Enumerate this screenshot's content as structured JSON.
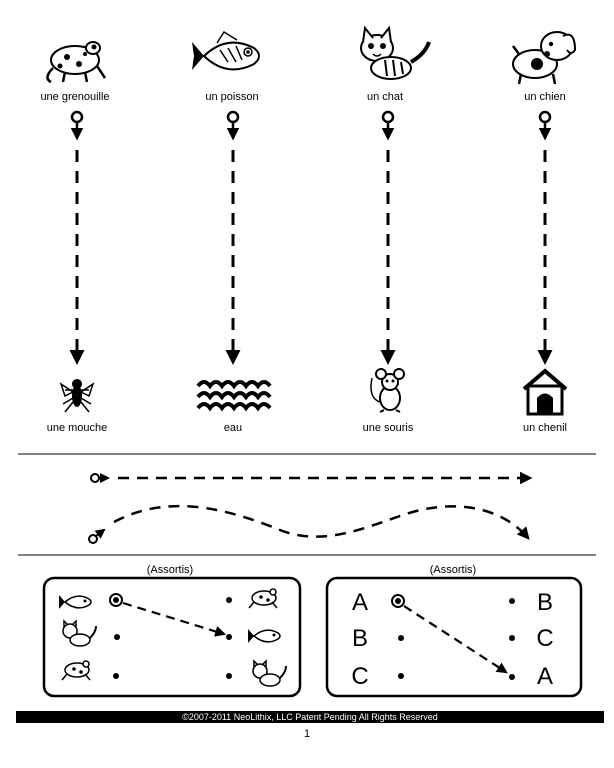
{
  "top_row": {
    "items": [
      {
        "label": "une grenouille",
        "icon": "frog-icon"
      },
      {
        "label": "un poisson",
        "icon": "fish-icon"
      },
      {
        "label": "un chat",
        "icon": "cat-icon"
      },
      {
        "label": "un chien",
        "icon": "dog-icon"
      }
    ]
  },
  "bottom_row": {
    "items": [
      {
        "label": "une mouche",
        "icon": "fly-icon"
      },
      {
        "label": "eau",
        "icon": "water-icon"
      },
      {
        "label": "une souris",
        "icon": "mouse-icon"
      },
      {
        "label": "un chenil",
        "icon": "doghouse-icon"
      }
    ]
  },
  "practice_lines": [
    "straight-dashed-arrow",
    "wavy-dashed-arrow"
  ],
  "box_left": {
    "title": "(Assortis)",
    "left_icons": [
      "fish-icon",
      "cat-icon",
      "frog-icon"
    ],
    "right_icons": [
      "frog-icon",
      "fish-icon",
      "cat-icon"
    ]
  },
  "box_right": {
    "title": "(Assortis)",
    "left_letters": [
      "A",
      "B",
      "C"
    ],
    "right_letters": [
      "B",
      "C",
      "A"
    ]
  },
  "footer": {
    "copyright": "©2007-2011 NeoLithix, LLC  Patent Pending  All Rights Reserved",
    "page_number": "1"
  }
}
